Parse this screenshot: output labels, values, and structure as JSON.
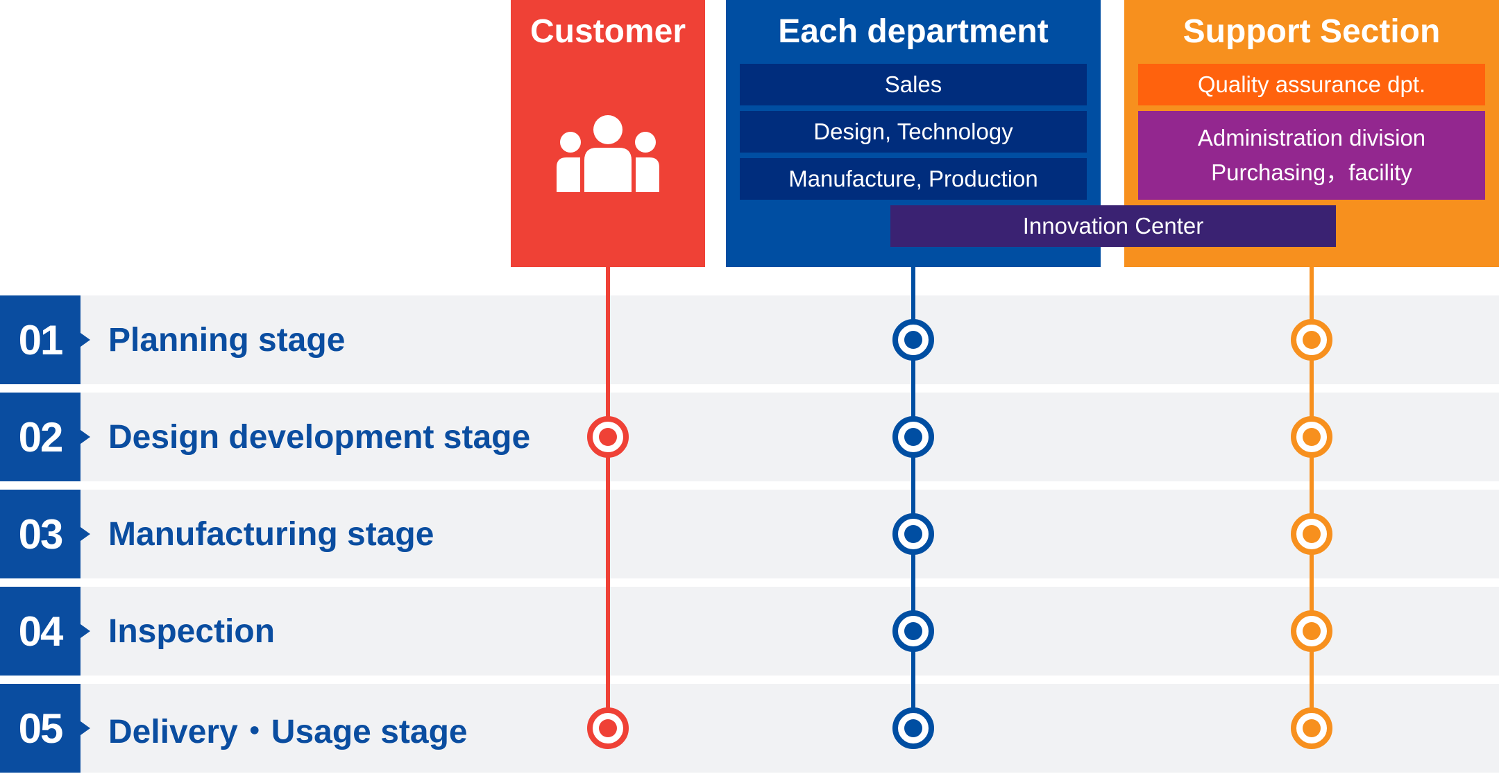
{
  "columns": {
    "customer": {
      "title": "Customer",
      "icon": "people-group-icon",
      "color": "#ef4136"
    },
    "departments": {
      "title": "Each department",
      "color": "#004ea2",
      "items": [
        "Sales",
        "Design, Technology",
        "Manufacture, Production"
      ]
    },
    "support": {
      "title": "Support Section",
      "color": "#f7901e",
      "quality": "Quality assurance dpt.",
      "admin_line1": "Administration division",
      "admin_line2": "Purchasing，facility"
    },
    "innovation": "Innovation Center"
  },
  "stages": [
    {
      "num": "01",
      "label": "Planning stage",
      "customer": false,
      "department": true,
      "support": true
    },
    {
      "num": "02",
      "label": "Design development stage",
      "customer": true,
      "department": true,
      "support": true
    },
    {
      "num": "03",
      "label": "Manufacturing stage",
      "customer": false,
      "department": true,
      "support": true
    },
    {
      "num": "04",
      "label": "Inspection",
      "customer": false,
      "department": true,
      "support": true
    },
    {
      "num": "05",
      "label": "Delivery・Usage stage",
      "customer": true,
      "department": true,
      "support": true
    }
  ]
}
